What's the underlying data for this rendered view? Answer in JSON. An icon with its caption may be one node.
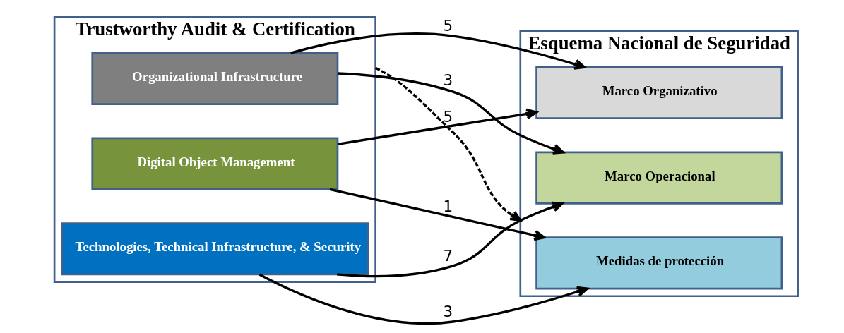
{
  "diagram": {
    "nodes": [
      {
        "text": [
          "Trustworthy Audit & Certification"
        ]
      },
      {
        "text": [
          "Organizational Infrastructure"
        ],
        "in": 0
      },
      {
        "text": [
          "Digital Object Management"
        ],
        "in": 0
      },
      {
        "text": [
          "Technologies, Technical Infrastructure, & Security"
        ],
        "in": 0
      },
      {
        "text": [
          "Esquema Nacional de Seguridad"
        ]
      },
      {
        "text": [
          "Marco Organizativo"
        ],
        "in": 4
      },
      {
        "text": [
          "Marco Operacional"
        ],
        "in": 4
      },
      {
        "text": [
          "Medidas de protección"
        ],
        "in": 4
      }
    ],
    "edges": [
      {
        "from": 0,
        "to": 4,
        "arrow": "to",
        "style": "dashed"
      },
      {
        "from": 1,
        "to": 5,
        "arrow": "to",
        "label": "5"
      },
      {
        "from": 1,
        "to": 6,
        "arrow": "to",
        "label": "3"
      },
      {
        "from": 2,
        "to": 5,
        "arrow": "to",
        "label": "5"
      },
      {
        "from": 2,
        "to": 7,
        "arrow": "to",
        "label": "1"
      },
      {
        "from": 3,
        "to": 6,
        "arrow": "to",
        "label": "7"
      },
      {
        "from": 3,
        "to": 7,
        "arrow": "to",
        "label": "3"
      }
    ]
  }
}
